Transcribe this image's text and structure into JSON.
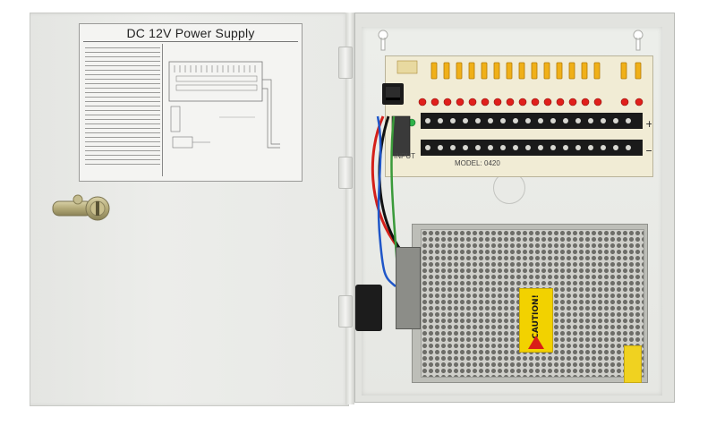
{
  "door": {
    "label_title": "DC 12V Power Supply"
  },
  "board": {
    "input_label": "INPUT",
    "model_label": "MODEL:",
    "model_number": "0420"
  },
  "psu": {
    "caution_label": "CAUTION!"
  },
  "colors": {
    "enclosure": "#e4e5e2",
    "pcb": "#f1ecd5",
    "fuse": "#f0b018",
    "led": "#e0201c",
    "terminal": "#1a1a1a",
    "caution": "#f2d200",
    "wire_red": "#d4201a",
    "wire_black": "#111111"
  },
  "icons": {
    "power_switch": "rocker-switch-icon",
    "warning": "warning-triangle-icon",
    "lock": "cam-lock-icon"
  }
}
